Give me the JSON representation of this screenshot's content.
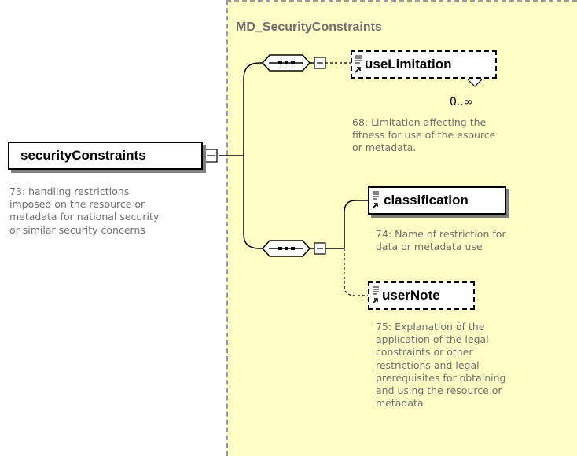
{
  "type": {
    "name": "MD_SecurityConstraints"
  },
  "root": {
    "name": "securityConstraints",
    "annotation": [
      "73: handling restrictions",
      "imposed on the resource or",
      "metadata for national security",
      "or similar security concerns"
    ]
  },
  "elements": {
    "useLimitation": {
      "name": "useLimitation",
      "multiplicity": "0..∞",
      "annotation": [
        "68: Limitation affecting the",
        "fitness for use of the esource",
        "or metadata."
      ]
    },
    "classification": {
      "name": "classification",
      "annotation": [
        "74: Name of restriction for",
        "data or metadata use"
      ]
    },
    "userNote": {
      "name": "userNote",
      "annotation": [
        "75: Explanation of the",
        "application of the legal",
        "constraints or other",
        "restrictions and legal",
        "prerequisites for obtaining",
        "and using the resource or",
        "metadata"
      ]
    }
  }
}
